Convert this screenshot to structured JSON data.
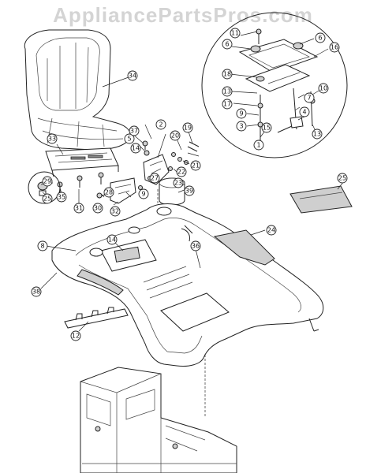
{
  "watermark": "AppliancePartsPros.com",
  "colors": {
    "line": "#222222",
    "watermark": "#d4d4d4",
    "shade": "#cfcfcf"
  },
  "callouts": [
    {
      "id": "c1",
      "label": "1"
    },
    {
      "id": "c2",
      "label": "2"
    },
    {
      "id": "c3",
      "label": "3"
    },
    {
      "id": "c4",
      "label": "4"
    },
    {
      "id": "c5",
      "label": "5"
    },
    {
      "id": "c6a",
      "label": "6"
    },
    {
      "id": "c6b",
      "label": "6"
    },
    {
      "id": "c7",
      "label": "7"
    },
    {
      "id": "c8",
      "label": "8"
    },
    {
      "id": "c9a",
      "label": "9"
    },
    {
      "id": "c9b",
      "label": "9"
    },
    {
      "id": "c10",
      "label": "10"
    },
    {
      "id": "c11",
      "label": "11"
    },
    {
      "id": "c12",
      "label": "12"
    },
    {
      "id": "c13a",
      "label": "13"
    },
    {
      "id": "c13b",
      "label": "13"
    },
    {
      "id": "c14a",
      "label": "14"
    },
    {
      "id": "c14b",
      "label": "14"
    },
    {
      "id": "c15",
      "label": "15"
    },
    {
      "id": "c16",
      "label": "16"
    },
    {
      "id": "c17",
      "label": "17"
    },
    {
      "id": "c18",
      "label": "18"
    },
    {
      "id": "c19",
      "label": "19"
    },
    {
      "id": "c20",
      "label": "20"
    },
    {
      "id": "c21",
      "label": "21"
    },
    {
      "id": "c22",
      "label": "22"
    },
    {
      "id": "c23",
      "label": "23"
    },
    {
      "id": "c24",
      "label": "24"
    },
    {
      "id": "c25a",
      "label": "25"
    },
    {
      "id": "c25b",
      "label": "25"
    },
    {
      "id": "c27",
      "label": "27"
    },
    {
      "id": "c28",
      "label": "28"
    },
    {
      "id": "c29",
      "label": "29"
    },
    {
      "id": "c30",
      "label": "30"
    },
    {
      "id": "c31",
      "label": "31"
    },
    {
      "id": "c32",
      "label": "32"
    },
    {
      "id": "c33",
      "label": "33"
    },
    {
      "id": "c34",
      "label": "34"
    },
    {
      "id": "c35",
      "label": "35"
    },
    {
      "id": "c36",
      "label": "36"
    },
    {
      "id": "c37",
      "label": "37"
    },
    {
      "id": "c38",
      "label": "38"
    },
    {
      "id": "c39",
      "label": "39"
    }
  ]
}
